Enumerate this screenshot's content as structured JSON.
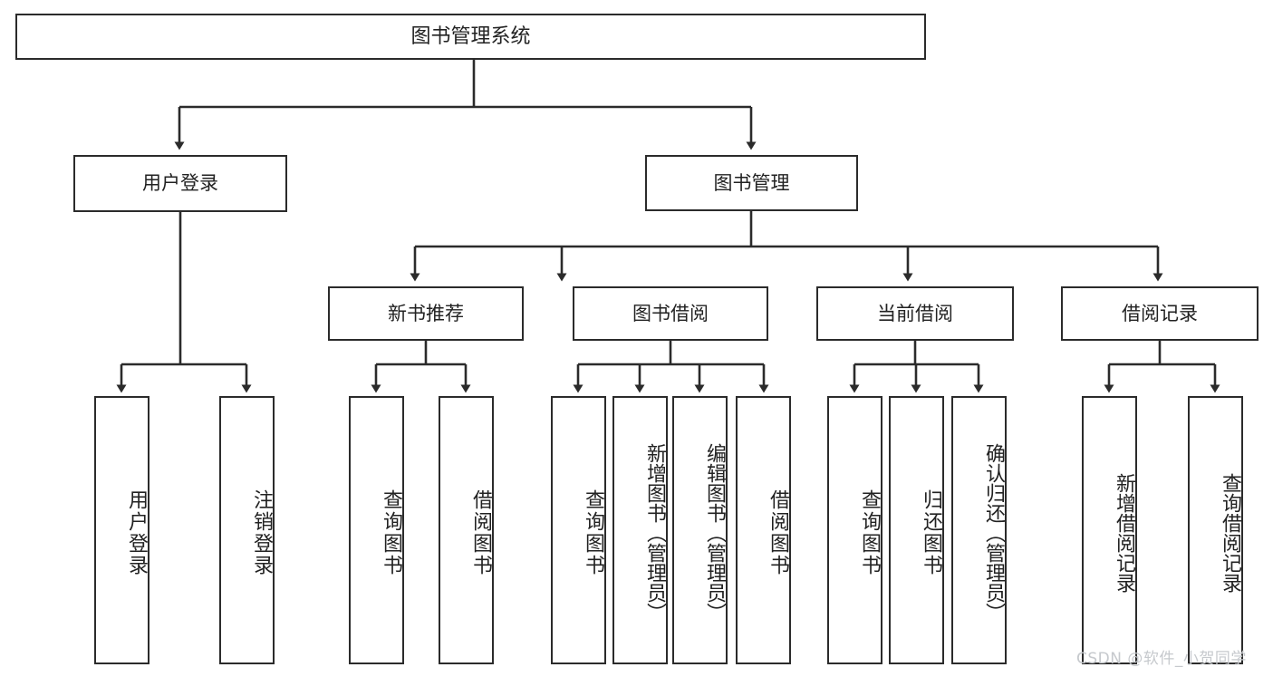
{
  "diagram": {
    "title": "图书管理系统",
    "type": "hierarchy-tree",
    "root": {
      "label": "图书管理系统"
    },
    "level2": [
      {
        "label": "用户登录"
      },
      {
        "label": "图书管理"
      }
    ],
    "level3": [
      {
        "label": "新书推荐"
      },
      {
        "label": "图书借阅"
      },
      {
        "label": "当前借阅"
      },
      {
        "label": "借阅记录"
      }
    ],
    "leaves": {
      "user_login": [
        {
          "label": "用户登录"
        },
        {
          "label": "注销登录"
        }
      ],
      "new_book": [
        {
          "label": "查询图书"
        },
        {
          "label": "借阅图书"
        }
      ],
      "book_borrow": [
        {
          "label": "查询图书"
        },
        {
          "label": "新增图书（管理员）"
        },
        {
          "label": "编辑图书（管理员）"
        },
        {
          "label": "借阅图书"
        }
      ],
      "current_borrow": [
        {
          "label": "查询图书"
        },
        {
          "label": "归还图书"
        },
        {
          "label": "确认归还（管理员）"
        }
      ],
      "borrow_record": [
        {
          "label": "新增借阅记录"
        },
        {
          "label": "查询借阅记录"
        }
      ]
    }
  },
  "watermark": {
    "text": "CSDN @软件_小贺同学"
  },
  "colors": {
    "stroke": "#2b2b2b",
    "fill": "#ffffff",
    "text": "#222222",
    "watermark": "#c6c9cd"
  }
}
